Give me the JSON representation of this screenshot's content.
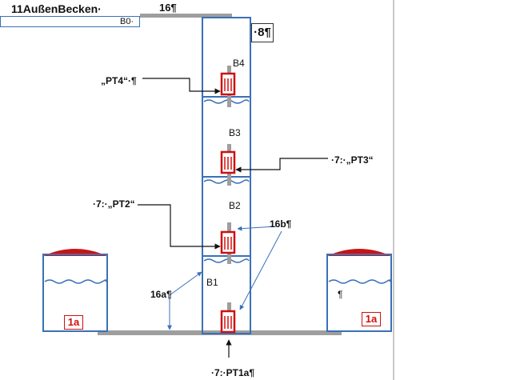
{
  "header": {
    "title": "11AußenBecken·",
    "top_number": "16¶",
    "b0_label": "B0·"
  },
  "column": {
    "number": "·8¶",
    "sections": [
      {
        "label": "B4"
      },
      {
        "label": "B3"
      },
      {
        "label": "B2"
      },
      {
        "label": "B1"
      }
    ]
  },
  "sensors": {
    "pt4": "„PT4“·¶",
    "pt3": "·7:·„PT3“",
    "pt2": "·7:·„PT2“",
    "pt1a": "·7:·PT1a¶"
  },
  "annotations": {
    "label_16a": "16a¶",
    "label_16b": "16b¶",
    "pilcrow": "¶"
  },
  "basins": [
    {
      "label": "1a"
    },
    {
      "label": "1a"
    }
  ],
  "colors": {
    "blue": "#3a70b8",
    "red": "#d01010",
    "gray": "#9e9e9e",
    "dome": "#c81414"
  }
}
